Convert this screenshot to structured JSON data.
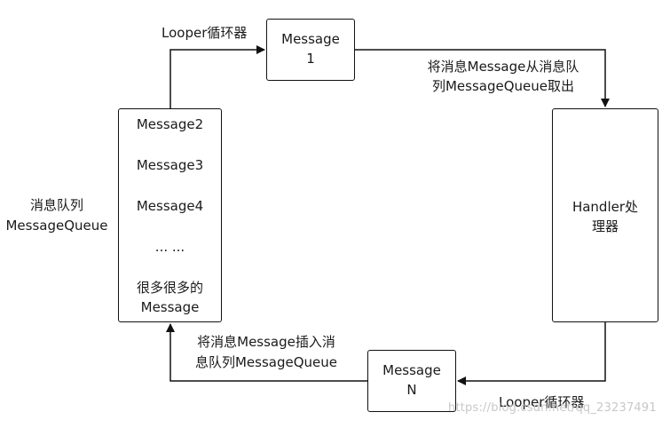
{
  "message_1": {
    "line1": "Message",
    "line2": "1"
  },
  "message_n": {
    "line1": "Message",
    "line2": "N"
  },
  "queue_box": {
    "items": [
      "Message2",
      "Message3",
      "Message4",
      "... ...",
      "很多很多的",
      "Message"
    ]
  },
  "handler_box": {
    "line1": "Handler处",
    "line2": "理器"
  },
  "labels": {
    "looper_top": "Looper循环器",
    "take_out_line1": "将消息Message从消息队",
    "take_out_line2": "列MessageQueue取出",
    "queue_name_line1": "消息队列",
    "queue_name_line2": "MessageQueue",
    "insert_line1": "将消息Message插入消",
    "insert_line2": "息队列MessageQueue",
    "looper_bottom": "Looper循环器"
  },
  "watermark": "https://blog.csdn.net/qq_23237491"
}
